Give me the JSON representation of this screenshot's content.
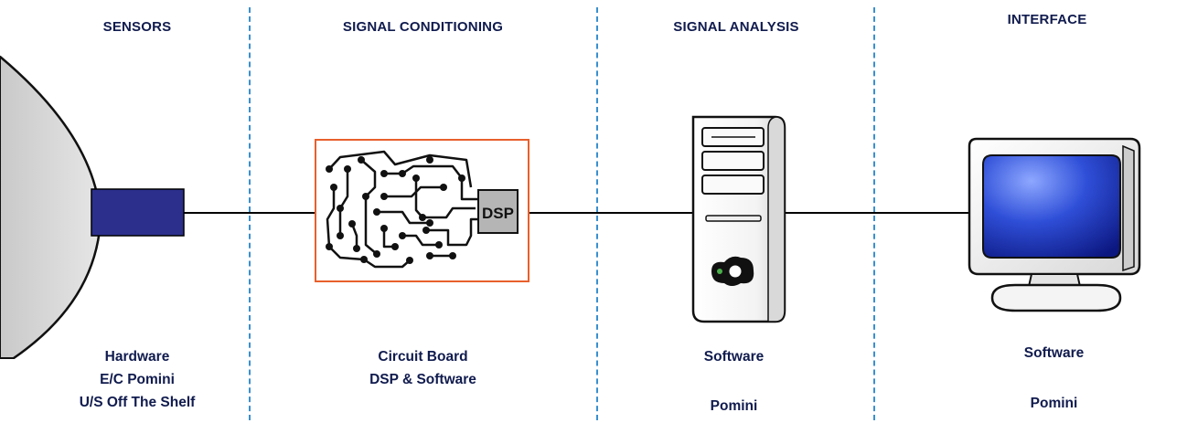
{
  "columns": [
    {
      "heading": "SENSORS",
      "lines": [
        "Hardware",
        "E/C Pomini",
        "U/S Off The Shelf"
      ]
    },
    {
      "heading": "SIGNAL CONDITIONING",
      "lines": [
        "Circuit Board",
        "DSP & Software"
      ]
    },
    {
      "heading": "SIGNAL ANALYSIS",
      "lines": [
        "Software",
        "Pomini"
      ]
    },
    {
      "heading": "INTERFACE",
      "lines": [
        "Software",
        "Pomini"
      ]
    }
  ],
  "chip_label": "DSP",
  "colors": {
    "divider": "#3a8fd0",
    "sensor_block": "#2c2f8c",
    "circuit_frame": "#e8602c",
    "heading_text": "#101b4e",
    "screen": "#1a2fb0"
  },
  "icons": [
    "roll-shape",
    "sensor-block",
    "circuit-board-icon",
    "dsp-chip-icon",
    "computer-tower-icon",
    "monitor-icon"
  ]
}
